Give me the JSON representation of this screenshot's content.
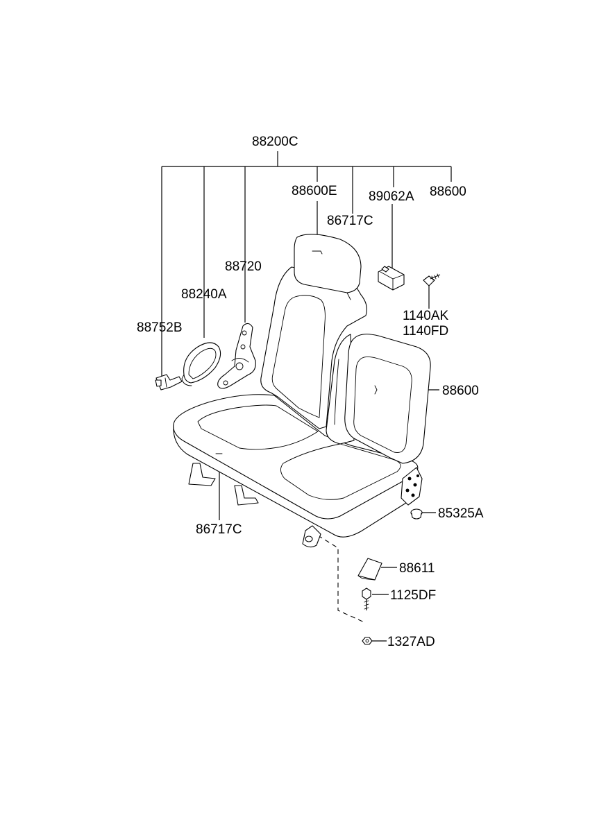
{
  "diagram": {
    "assembly_label": "88200C",
    "labels": {
      "l_88600E": "88600E",
      "l_86717C_top": "86717C",
      "l_89062A": "89062A",
      "l_88600_top": "88600",
      "l_88720": "88720",
      "l_88240A": "88240A",
      "l_88752B": "88752B",
      "l_1140AK": "1140AK",
      "l_1140FD": "1140FD",
      "l_88600_right": "88600",
      "l_86717C_bottom": "86717C",
      "l_85325A": "85325A",
      "l_88611": "88611",
      "l_1125DF": "1125DF",
      "l_1327AD": "1327AD"
    }
  }
}
